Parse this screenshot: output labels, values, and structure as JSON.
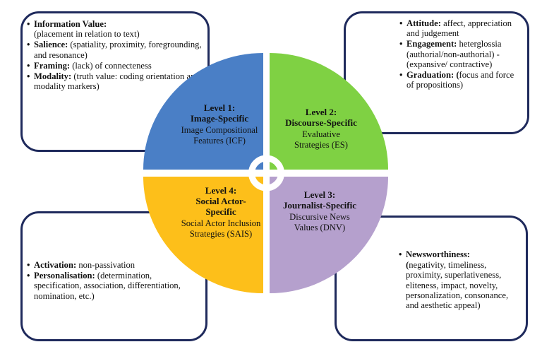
{
  "quadrants": [
    {
      "level": "Level 1:",
      "title": "Image-Specific",
      "desc": "Image Compositional Features (ICF)",
      "color": "#4a7fc6"
    },
    {
      "level": "Level 2:",
      "title": "Discourse-Specific",
      "desc": "Evaluative Strategies  (ES)",
      "color": "#7fd143"
    },
    {
      "level": "Level 3:",
      "title": "Journalist-Specific",
      "desc": "Discursive News Values (DNV)",
      "color": "#b5a0cd"
    },
    {
      "level": "Level 4:",
      "title": "Social Actor-Specific",
      "desc": "Social Actor Inclusion Strategies (SAIS)",
      "color": "#fdbf1a"
    }
  ],
  "boxes": {
    "top_left": [
      {
        "term": "Information Value:",
        "text": "(placement in relation to text)"
      },
      {
        "term": "Salience:",
        "text": " (spatiality, proximity, foregrounding, and resonance)"
      },
      {
        "term": "Framing:",
        "text": " (lack) of connecteness"
      },
      {
        "term": "Modality:",
        "text": " (truth value: coding orientation and modality markers)"
      }
    ],
    "top_right": [
      {
        "term": "Attitude:",
        "text": " affect, appreciation and judgement"
      },
      {
        "term": "Engagement:",
        "text": " heterglossia (authorial/non-authorial) - (expansive/ contractive)"
      },
      {
        "term": "Graduation: (",
        "text": "focus and force of propositions)"
      }
    ],
    "bottom_left": [
      {
        "term": "Activation:",
        "text": " non-passivation"
      },
      {
        "term": "Personalisation:",
        "text": " (determination, specification, association, differentiation, nomination, etc.)"
      }
    ],
    "bottom_right": [
      {
        "term": "Newsworthiness:",
        "text": ""
      },
      {
        "term": "(",
        "text": "negativity, timeliness, proximity, superlativeness, eliteness, impact, novelty, personalization, consonance, and aesthetic appeal)"
      }
    ]
  },
  "colors": {
    "border": "#1f2a5c",
    "center_ring": "#ffffff"
  }
}
